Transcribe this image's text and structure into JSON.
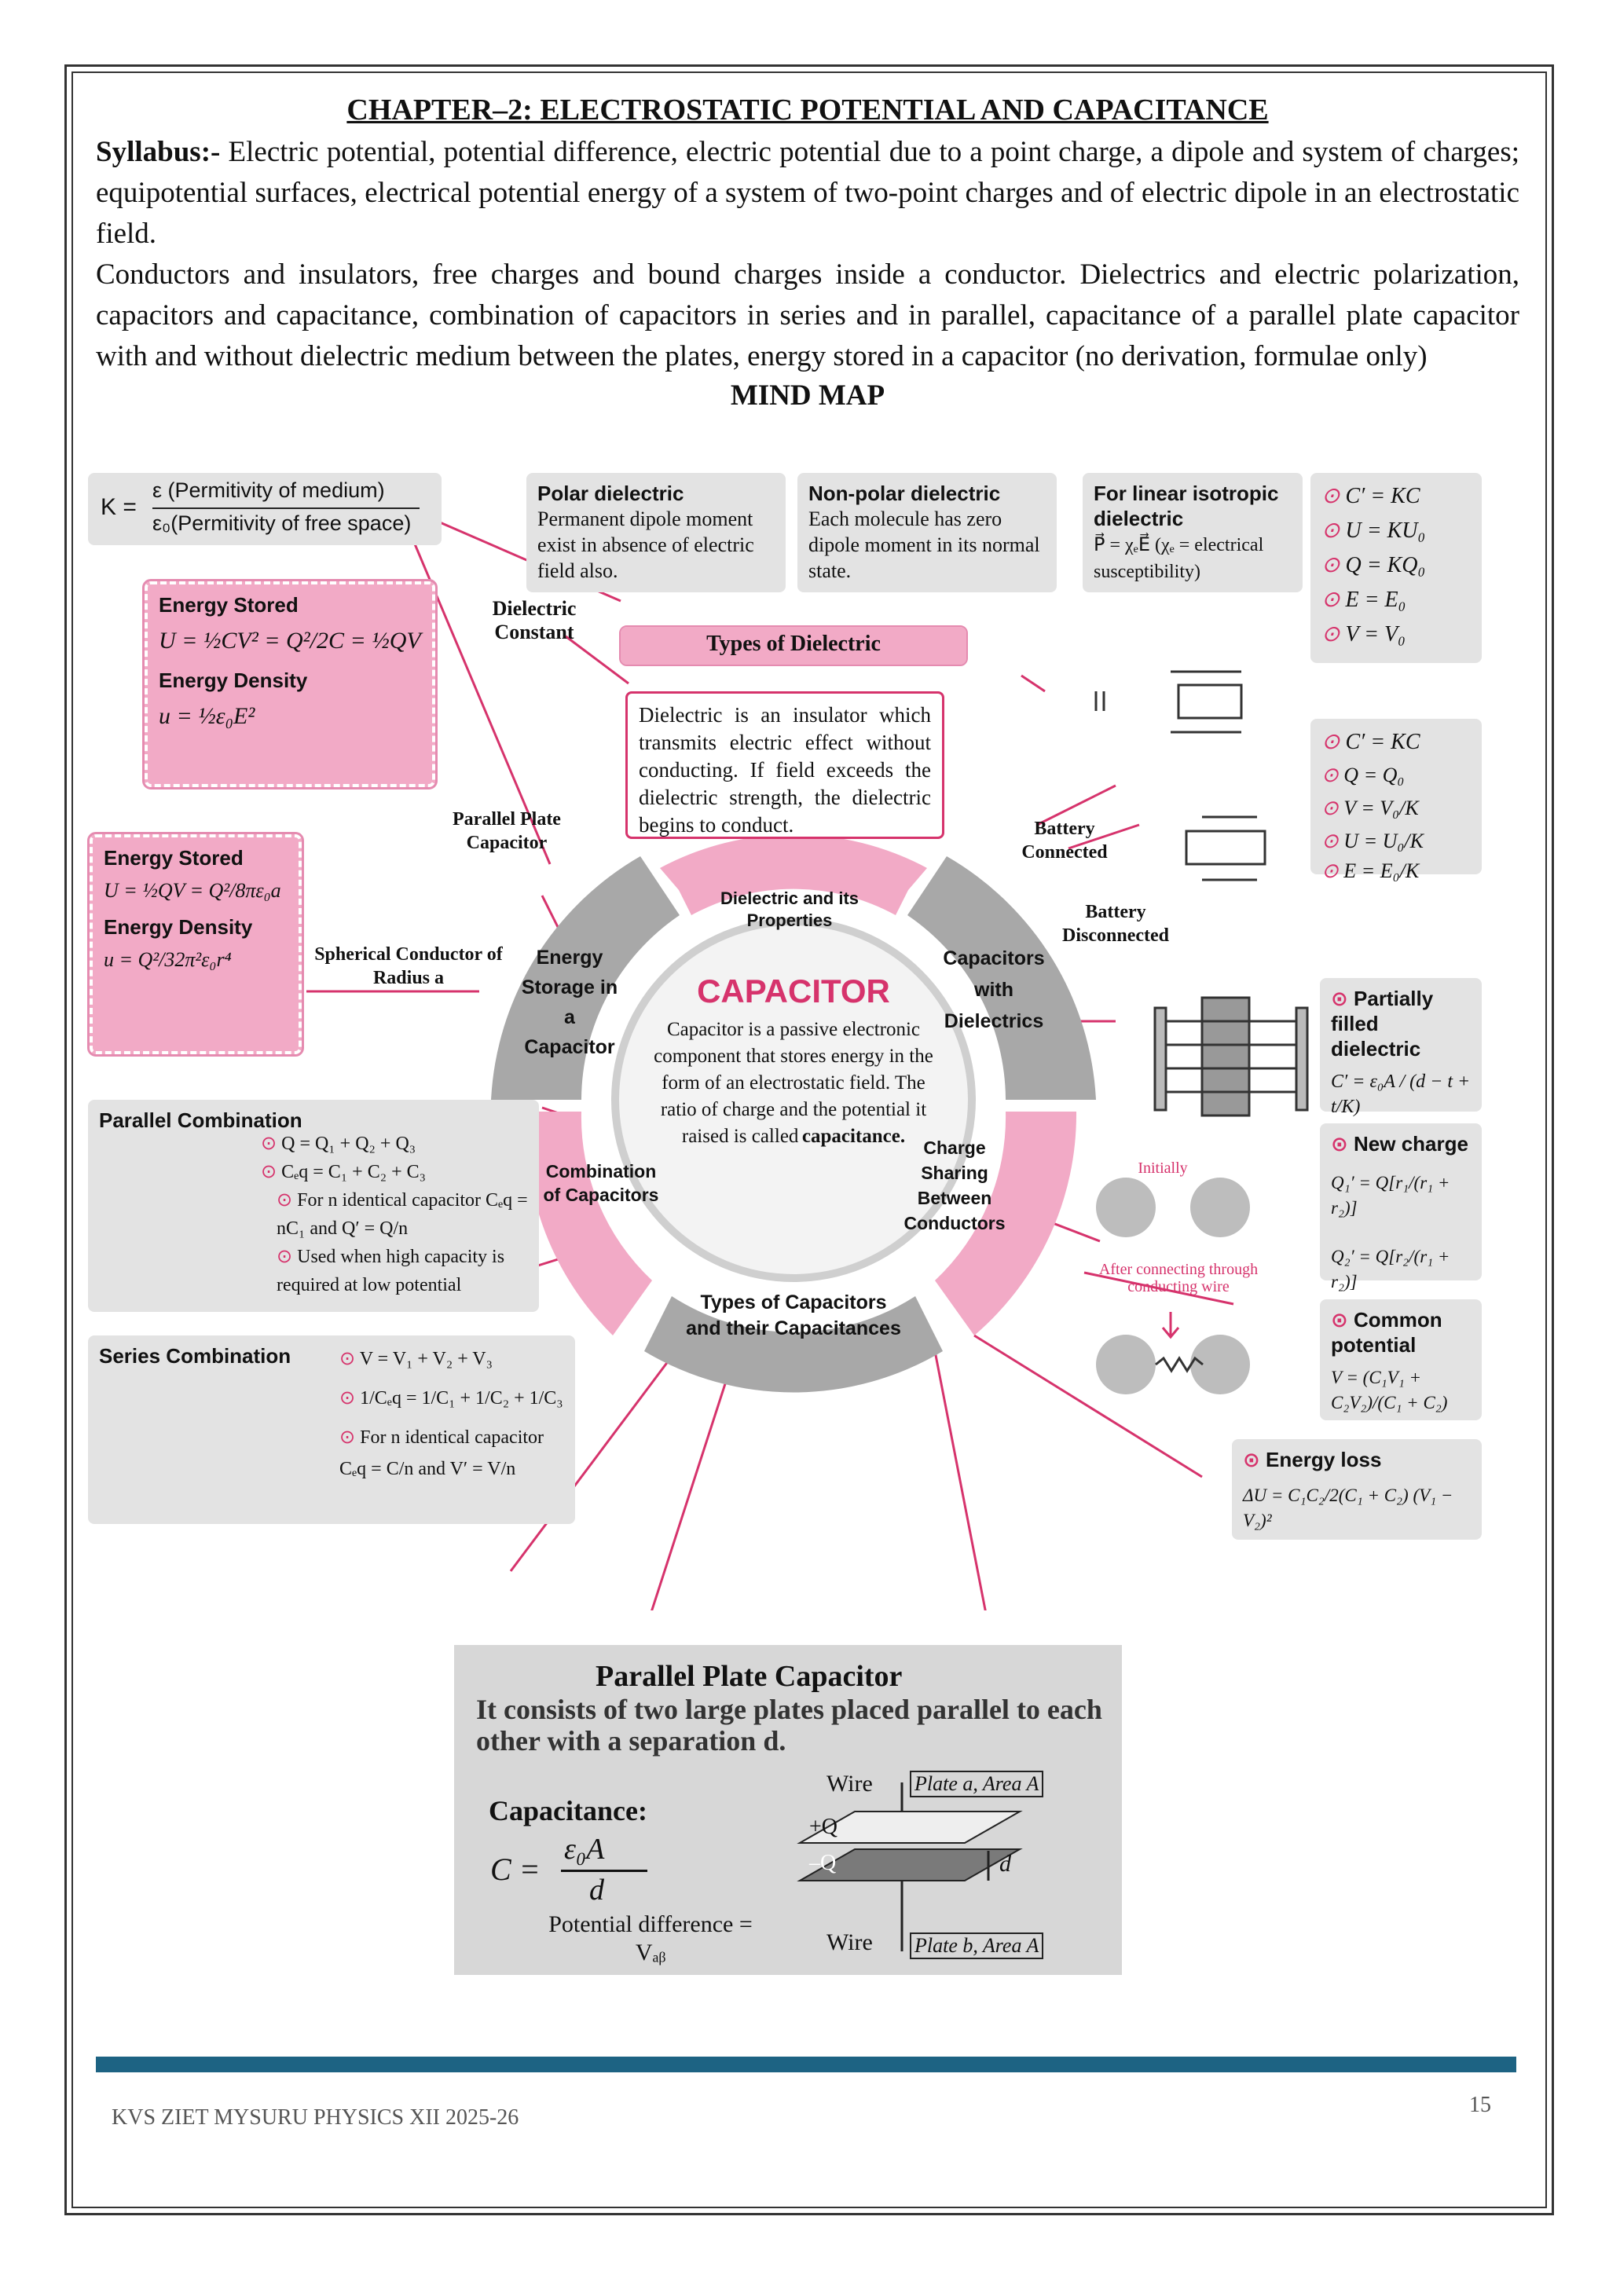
{
  "header": {
    "chapter_title": "CHAPTER–2: ELECTROSTATIC POTENTIAL AND CAPACITANCE",
    "syllabus_label": "Syllabus:-",
    "syllabus_p1": "Electric potential, potential difference, electric potential due to a point charge, a dipole and system of charges; equipotential surfaces, electrical potential energy of a system of two-point charges and of electric dipole in an electrostatic field.",
    "syllabus_p2": "Conductors and insulators, free charges and bound charges inside a conductor. Dielectrics and electric polarization, capacitors and capacitance, combination of capacitors in series and in parallel, capacitance of a parallel plate capacitor with and without dielectric medium between the plates, energy stored in a capacitor (no derivation, formulae only)",
    "mind_map_title": "MIND MAP"
  },
  "mindmap": {
    "center_title": "CAPACITOR",
    "center_text": "Capacitor is a passive electronic component that stores energy in the form of an electrostatic field. The ratio of charge and the potential it raised is called",
    "center_bold": "capacitance.",
    "segments": {
      "dielectric": "Dielectric and its Properties",
      "capacitors_dielectrics": "Capacitors with Dielectrics",
      "charge_sharing": "Charge Sharing Between Conductors",
      "types": "Types of Capacitors and their Capacitances",
      "combination": "Combination of Capacitors",
      "energy": "Energy Storage in a Capacitor"
    },
    "k_formula_top": "ε (Permitivity of medium)",
    "k_formula_bottom": "ε₀(Permitivity of free space)",
    "k_label": "K =",
    "polar_title": "Polar dielectric",
    "polar_text": "Permanent dipole moment exist in absence of electric field also.",
    "nonpolar_title": "Non-polar dielectric",
    "nonpolar_text": "Each molecule has zero dipole moment in its normal state.",
    "linear_title": "For linear isotropic dielectric",
    "linear_text": "P⃗ = χₑE⃗ (χₑ = electrical susceptibility)",
    "k_list": [
      "C′ = KC",
      "U = KU₀",
      "Q = KQ₀",
      "E = E₀",
      "V = V₀"
    ],
    "battery_conn": "Battery Connected",
    "battery_disc": "Battery Disconnected",
    "disc_list": [
      "C′ = KC",
      "Q = Q₀",
      "V = V₀/K",
      "U = U₀/K",
      "E = E₀/K"
    ],
    "dielectric_constant": "Dielectric Constant",
    "types_dielectric": "Types of Dielectric",
    "dielectric_def": "Dielectric is an insulator which transmits electric effect without conducting. If field exceeds the dielectric strength, the dielectric begins to conduct.",
    "energy_stored_title": "Energy Stored",
    "energy_stored_formula": "U = ½CV² = Q²/2C = ½QV",
    "energy_density_title": "Energy Density",
    "energy_density_formula": "u = ½ε₀E²",
    "parallel_plate_label": "Parallel Plate Capacitor",
    "sph_energy_title": "Energy Stored",
    "sph_energy_formula": "U = ½QV = Q²/8πε₀a",
    "sph_density_title": "Energy Density",
    "sph_density_formula": "u = Q²/32π²ε₀r⁴",
    "spherical_label": "Spherical Conductor of Radius a",
    "parallel_comb_title": "Parallel Combination",
    "parallel_comb_items": [
      "Q = Q₁ + Q₂ + Q₃",
      "Cₑq = C₁ + C₂ + C₃",
      "For n identical capacitor Cₑq = nC₁ and Q′ = Q/n",
      "Used when high capacity is required at low potential"
    ],
    "series_comb_title": "Series Combination",
    "series_comb_items": [
      "V = V₁ + V₂ + V₃",
      "1/Cₑq = 1/C₁ + 1/C₂ + 1/C₃",
      "For n identical capacitor Cₑq = C/n and V′ = V/n"
    ],
    "partial_title": "Partially filled dielectric",
    "partial_formula": "C′ = ε₀A / (d − t + t/K)",
    "new_charge_title": "New charge",
    "new_charge_1": "Q₁′ = Q[r₁/(r₁ + r₂)]",
    "new_charge_2": "Q₂′ = Q[r₂/(r₁ + r₂)]",
    "common_pot_title": "Common potential",
    "common_pot_formula": "V = (C₁V₁ + C₂V₂)/(C₁ + C₂)",
    "energy_loss_title": "Energy loss",
    "energy_loss_formula": "ΔU = C₁C₂/2(C₁ + C₂) (V₁ − V₂)²",
    "initially": "Initially",
    "after_connecting": "After connecting through conducting wire"
  },
  "ppc": {
    "title": "Parallel Plate Capacitor",
    "text": "It consists of two large plates placed parallel to each other with a separation d.",
    "cap_label": "Capacitance:",
    "formula_lhs": "C =",
    "formula_num": "ε₀A",
    "formula_den": "d",
    "potential": "Potential difference = Vₐᵦ",
    "wire": "Wire",
    "plate_a": "Plate a, Area A",
    "plate_b": "Plate b, Area A",
    "plus_q": "+Q",
    "minus_q": "–Q",
    "d": "d"
  },
  "footer": {
    "text": "KVS ZIET MYSURU PHYSICS XII 2025-26",
    "page": "15"
  },
  "colors": {
    "pink": "#f2aac6",
    "gray": "#e3e3e3",
    "segment_gray": "#a8a8a8",
    "accent": "#d6336c",
    "footer_bar": "#1d6383"
  }
}
